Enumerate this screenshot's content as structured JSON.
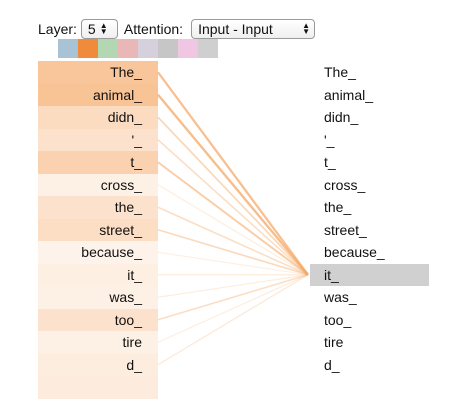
{
  "controls": {
    "layer_label": "Layer:",
    "layer_value": "5",
    "attention_label": "Attention:",
    "attention_value": "Input - Input"
  },
  "heads": [
    {
      "color": "#a9c3d6",
      "selected": false
    },
    {
      "color": "#f08b3c",
      "selected": true
    },
    {
      "color": "#b3d7b3",
      "selected": false
    },
    {
      "color": "#e9b7b7",
      "selected": false
    },
    {
      "color": "#d6cfdc",
      "selected": false
    },
    {
      "color": "#c6c6c6",
      "selected": false
    },
    {
      "color": "#f0c7e2",
      "selected": false
    },
    {
      "color": "#cfcfcf",
      "selected": false
    }
  ],
  "attention_color": "#f5a865",
  "selected_target_index": 9,
  "tokens_left": [
    {
      "text": "The_",
      "weight": 0.8
    },
    {
      "text": "animal_",
      "weight": 0.85
    },
    {
      "text": "didn_",
      "weight": 0.45
    },
    {
      "text": "'_",
      "weight": 0.35
    },
    {
      "text": "t_",
      "weight": 0.6
    },
    {
      "text": "cross_",
      "weight": 0.12
    },
    {
      "text": "the_",
      "weight": 0.35
    },
    {
      "text": "street_",
      "weight": 0.42
    },
    {
      "text": "because_",
      "weight": 0.08
    },
    {
      "text": "it_",
      "weight": 0.15
    },
    {
      "text": "was_",
      "weight": 0.12
    },
    {
      "text": "too_",
      "weight": 0.35
    },
    {
      "text": "tire",
      "weight": 0.12
    },
    {
      "text": "d_",
      "weight": 0.18
    },
    {
      "text": "",
      "weight": 0.2
    }
  ],
  "tokens_right": [
    "The_",
    "animal_",
    "didn_",
    "'_",
    "t_",
    "cross_",
    "the_",
    "street_",
    "because_",
    "it_",
    "was_",
    "too_",
    "tire",
    "d_"
  ]
}
